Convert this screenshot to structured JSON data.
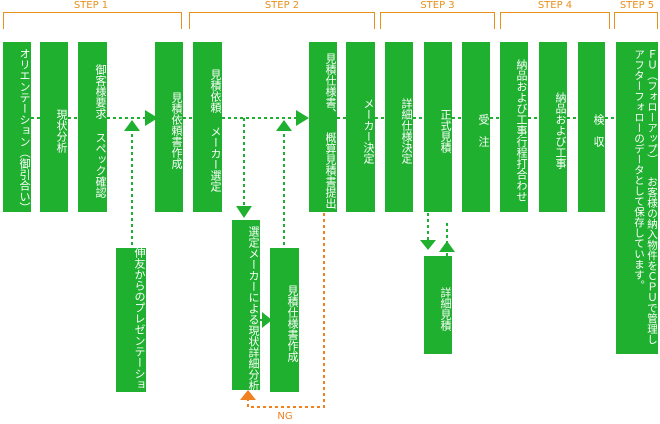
{
  "steps": [
    "STEP 1",
    "STEP 2",
    "STEP 3",
    "STEP 4",
    "STEP 5"
  ],
  "boxes": {
    "orientation": "オリエンテーション（御引合い）",
    "genjo_bunseki": "現状分析",
    "customer_req": "御客様要求 スペック確認",
    "mitsumori_iraisho": "見積依頼書作成",
    "nakama_presentation": "伸友からのプレゼンテーション",
    "mitsumori_irai": "見積依頼 メーカー選定",
    "selected_maker_analysis": "選定メーカーによる現状詳細分析",
    "mitsumori_shiyosho": "見積仕様書作成",
    "shiyosho_teishutsu": "見積仕様書、 概算見積書提出",
    "maker_kettei": "メーカー決定",
    "shosai_shiyo": "詳細仕様決定",
    "seishiki_mitsumori": "正式見積",
    "shosai_mitsumori": "詳細見積",
    "juchu": "受　注",
    "nohin_uchiawase": "納品および工事行程打合わせ",
    "nohin_koji": "納品および工事",
    "kenshu": "検　収",
    "fu_after": "ＦＵ（フォローアップ） お客様の納入物件をＣＰＵで管理し アフターフォローのデータとして保存しています。"
  },
  "ng_label": "NG",
  "colors": {
    "box": "#1fb030",
    "accent": "#e8901c",
    "ng": "#f08020"
  }
}
